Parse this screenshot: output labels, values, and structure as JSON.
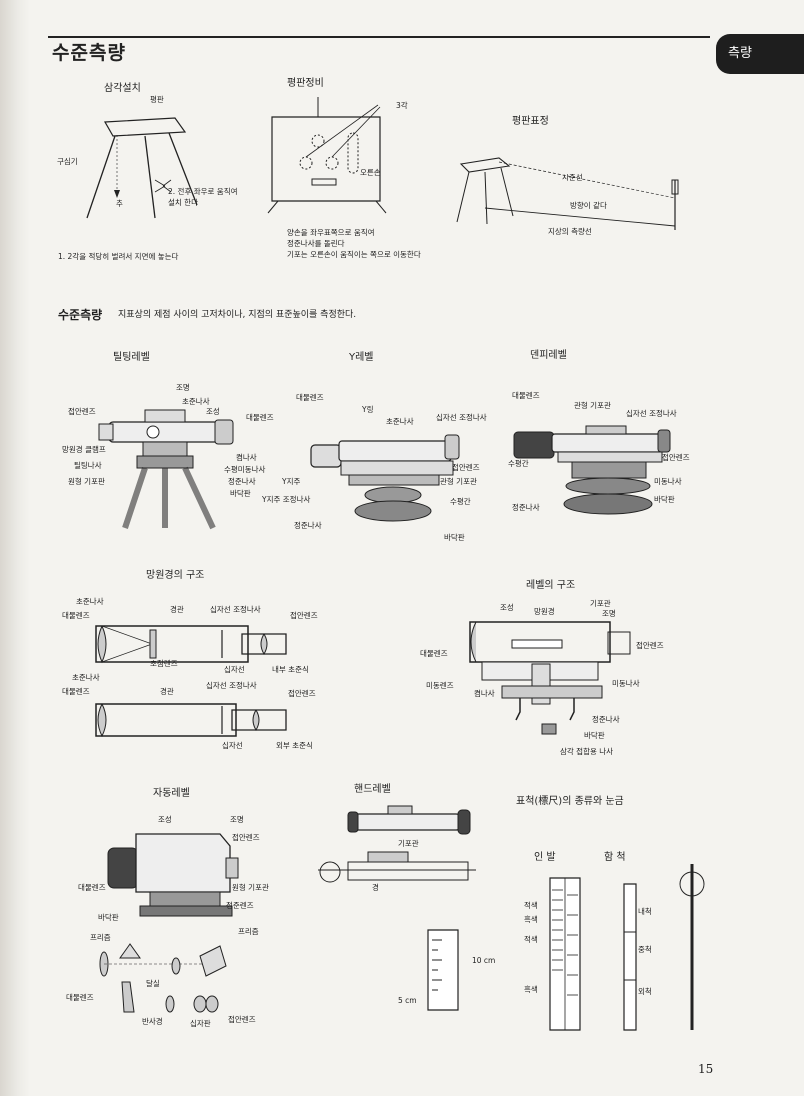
{
  "header": {
    "title": "수준측량",
    "tab_label": "측량"
  },
  "figures": {
    "plane_table_setup": {
      "title": "삼각설치",
      "table": "평판",
      "alidade": "구심기",
      "plumb": "추",
      "step2": "2. 전후 좌우로 움직여\n설치 한다",
      "step1": "1. 2각을 적당히 벌려서 지면에 놓는다"
    },
    "plane_table_leveling": {
      "title": "평판정비",
      "legs": "3각",
      "right_hand": "오른손",
      "note": "양손을 좌우표쪽으로 움직여\n정준나사를 돌린다\n기포는 오른손이 움직이는 쪽으로 이동한다"
    },
    "plane_table_marking": {
      "title": "평판표정",
      "sight_line": "시준선",
      "equal_direction": "방향이 같다",
      "ground_line": "지상의 측량선"
    },
    "leveling": {
      "heading": "수준측량",
      "description": "지표상의 제점 사이의 고저차이나, 지점의 표준높이를 측정한다."
    },
    "tilting_level": {
      "title": "틸팅레벨",
      "labels": [
        "조명",
        "초준나사",
        "조성",
        "대물렌즈",
        "접안렌즈",
        "망원경 클램프",
        "틸팅나사",
        "원형 기포판",
        "켬나사",
        "수평미동나사",
        "정준나사",
        "바닥판"
      ]
    },
    "y_level": {
      "title": "Y레벨",
      "labels": [
        "대물렌즈",
        "Y링",
        "초준나사",
        "십자선 조정나사",
        "접안렌즈",
        "관형 기포관",
        "수평간",
        "Y지주",
        "Y지주 조정나사",
        "정준나사",
        "바닥판"
      ]
    },
    "dumpy_level": {
      "title": "덴피레벨",
      "labels": [
        "대물렌즈",
        "관형 기포관",
        "십자선 조정나사",
        "수평간",
        "접안렌즈",
        "미동나사",
        "바닥판",
        "정준나사"
      ]
    },
    "telescope_structure": {
      "title": "망원경의 구조",
      "internal": [
        "초준나사",
        "대물렌즈",
        "경관",
        "십자선 조정나사",
        "접안렌즈",
        "초점렌즈",
        "십자선"
      ],
      "internal_caption": "내부 초준식",
      "external": [
        "초준나사",
        "대물렌즈",
        "경관",
        "십자선 조정나사",
        "접안렌즈",
        "십자선"
      ],
      "external_caption": "외부 초준식"
    },
    "level_structure": {
      "title": "레벨의 구조",
      "labels": [
        "조성",
        "망원경",
        "기포관",
        "조명",
        "접안렌즈",
        "대물렌즈",
        "미동렌즈",
        "켬나사",
        "미동나사",
        "정준나사",
        "바닥판",
        "삼각 접합용 나사"
      ]
    },
    "automatic_level": {
      "title": "자동레벨",
      "labels": [
        "조성",
        "조명",
        "접안렌즈",
        "대물렌즈",
        "원형 기포관",
        "정준렌즈",
        "바닥판",
        "프리즘",
        "프리즘",
        "달실",
        "대물렌즈",
        "반사경",
        "십자판",
        "접안렌즈"
      ]
    },
    "hand_level": {
      "title": "핸드레벨",
      "labels": [
        "기포관",
        "경"
      ]
    },
    "staff": {
      "title": "표척(標尺)의 종류와 눈금",
      "types": [
        "인 발",
        "함 척"
      ],
      "labels": [
        "적색",
        "흑색",
        "적색",
        "흑색",
        "내척",
        "중척",
        "외척"
      ],
      "scale_10": "10 cm",
      "scale_5": "5 cm"
    }
  },
  "page_number": "15"
}
